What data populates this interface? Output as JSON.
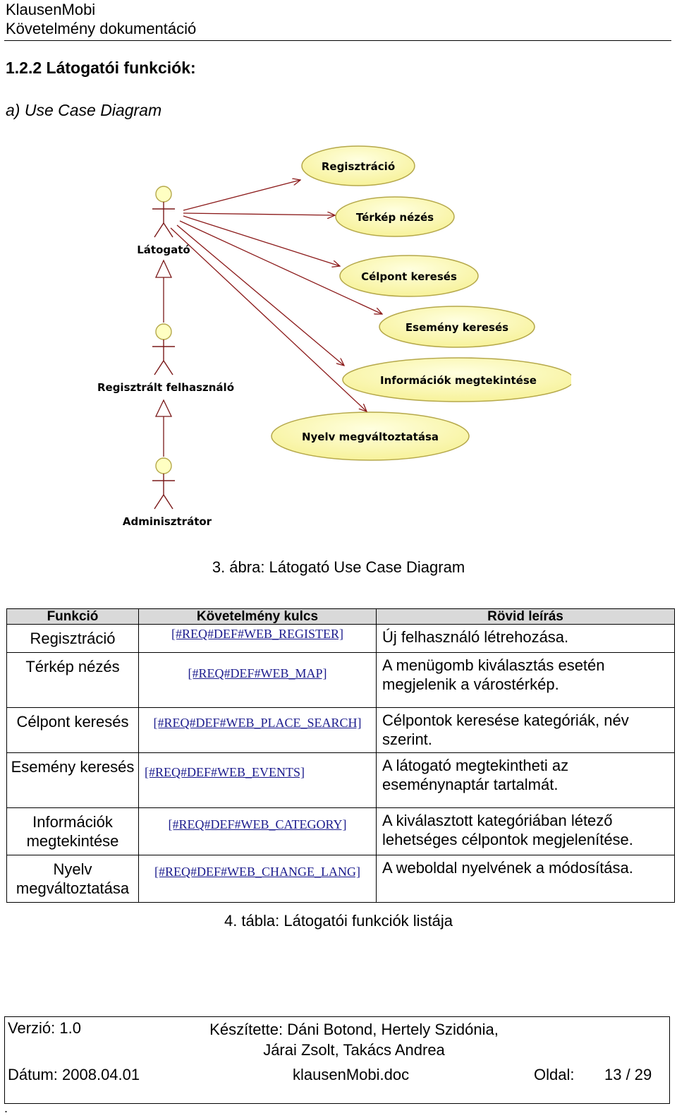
{
  "header": {
    "company": "KlausenMobi",
    "doc_title": "Követelmény dokumentáció"
  },
  "section_title": "1.2.2 Látogatói funkciók:",
  "subsection_title": "a) Use Case Diagram",
  "diagram": {
    "actors": [
      "Látogató",
      "Regisztrált felhasználó",
      "Adminisztrátor"
    ],
    "use_cases": [
      "Regisztráció",
      "Térkép nézés",
      "Célpont keresés",
      "Esemény keresés",
      "Információk megtekintése",
      "Nyelv megváltoztatása"
    ],
    "colors": {
      "ellipse_fill": "#ffffc2",
      "ellipse_stroke": "#b5a84a",
      "arrow": "#8b1a1a"
    }
  },
  "figure_caption": "3. ábra: Látogató Use Case Diagram",
  "table": {
    "headers": [
      "Funkció",
      "Követelmény kulcs",
      "Rövid leírás"
    ],
    "rows": [
      {
        "func": "Regisztráció",
        "key": "[#REQ#DEF#WEB_REGISTER]",
        "desc": "Új felhasználó létrehozása."
      },
      {
        "func": "Térkép nézés",
        "key": "[#REQ#DEF#WEB_MAP]",
        "desc": "A menügomb kiválasztás esetén megjelenik a várostérkép."
      },
      {
        "func": "Célpont keresés",
        "key": "[#REQ#DEF#WEB_PLACE_SEARCH]",
        "desc": "Célpontok keresése kategóriák, név szerint."
      },
      {
        "func": "Esemény keresés",
        "key": "[#REQ#DEF#WEB_EVENTS]",
        "desc": "A látogató megtekintheti az eseménynaptár tartalmát."
      },
      {
        "func": "Információk megtekintése",
        "key": "[#REQ#DEF#WEB_CATEGORY]",
        "desc": "A kiválasztott kategóriában létező lehetséges célpontok megjelenítése."
      },
      {
        "func": "Nyelv megváltoztatása",
        "key": "[#REQ#DEF#WEB_CHANGE_LANG]",
        "desc": "A weboldal nyelvének a módosítása."
      }
    ]
  },
  "table_caption": "4. tábla: Látogatói funkciók listája",
  "footer": {
    "version": "Verzió: 1.0",
    "authors_line1": "Készítette: Dáni Botond, Hertely Szidónia,",
    "authors_line2": "Járai Zsolt, Takács Andrea",
    "date": "Dátum: 2008.04.01",
    "file": "klausenMobi.doc",
    "page_label": "Oldal:",
    "page_number": "13 / 29",
    "trailing": "."
  }
}
